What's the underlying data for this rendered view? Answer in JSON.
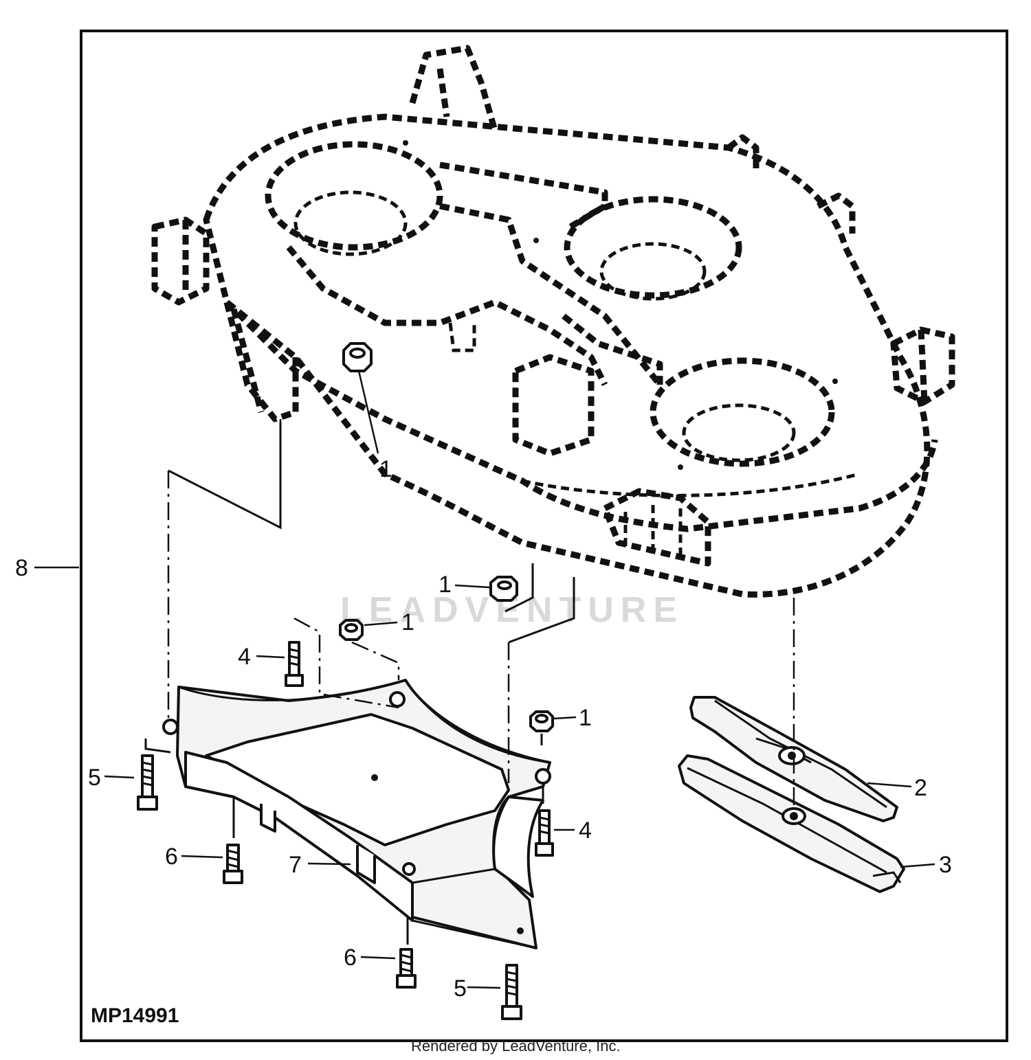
{
  "figure_id": "MP14991",
  "footer_text": "Rendered by LeadVenture, Inc.",
  "watermark_text": "LEADVENTURE",
  "callouts": {
    "c1a": "1",
    "c1b": "1",
    "c1c": "1",
    "c1d": "1",
    "c2": "2",
    "c3": "3",
    "c4a": "4",
    "c4b": "4",
    "c5a": "5",
    "c5b": "5",
    "c6a": "6",
    "c6b": "6",
    "c7": "7",
    "c8": "8"
  },
  "colors": {
    "line": "#111111",
    "background": "#ffffff",
    "watermark": "#d9d9d9"
  }
}
